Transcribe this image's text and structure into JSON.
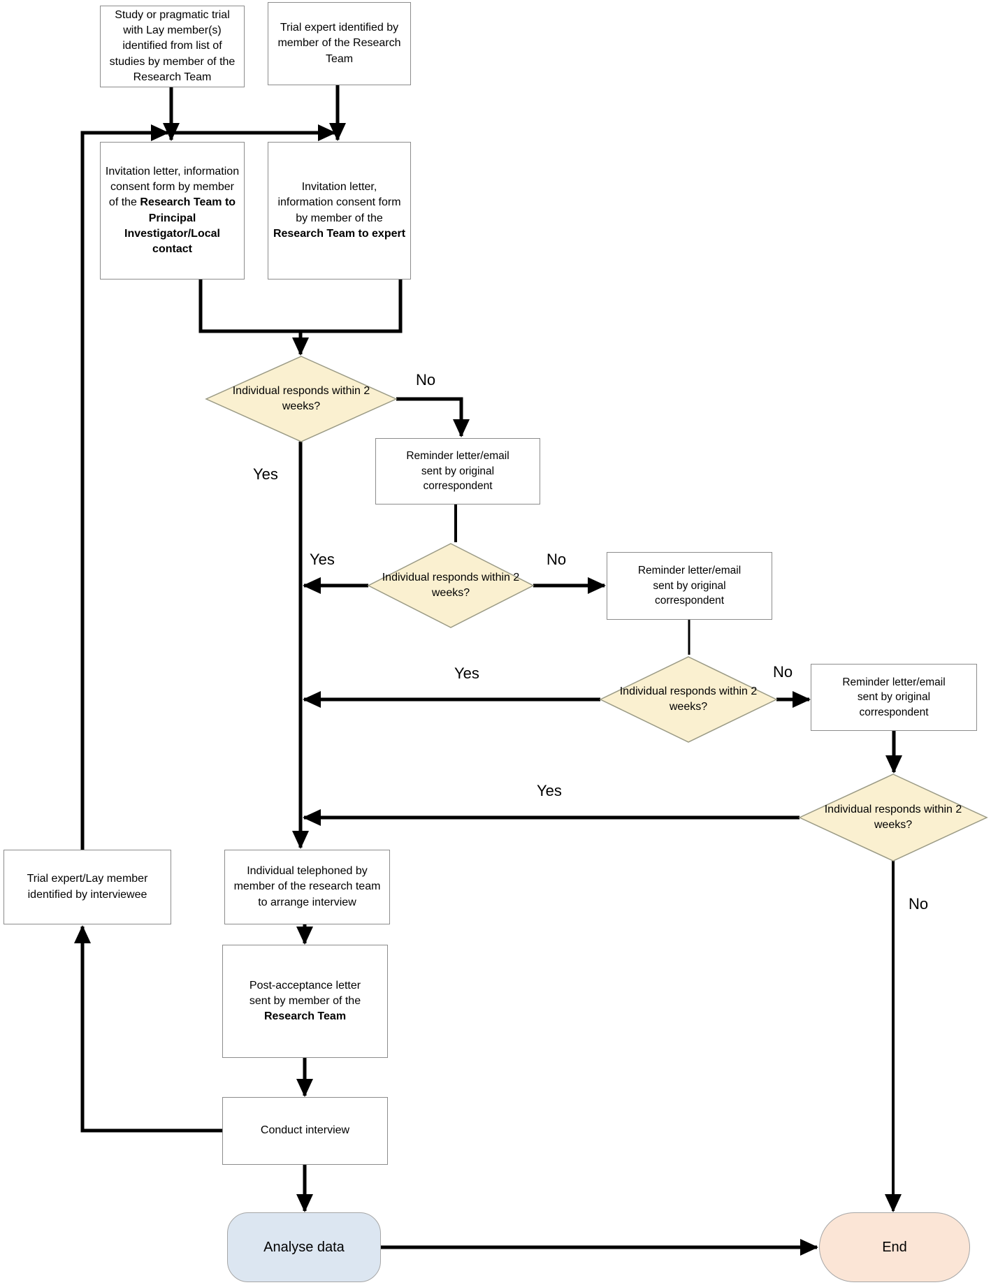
{
  "colors": {
    "background": "#ffffff",
    "decision_fill": "#faf0d0",
    "decision_stroke": "#9a9a85",
    "box_border": "#8c8c8c",
    "line": "#000000",
    "analyse_fill": "#dce6f1",
    "end_fill": "#fbe5d6"
  },
  "labels": {
    "yes": "Yes",
    "no": "No"
  },
  "nodes": {
    "study_source": {
      "text": "Study or pragmatic trial with Lay member(s) identified from list of studies by member of the Research Team"
    },
    "expert_source": {
      "text": "Trial expert identified by member of the Research Team"
    },
    "invitation_pi": {
      "text_plain": "Invitation letter, information consent form by member of the ",
      "text_bold": "Research Team to Principal Investigator/Local contact"
    },
    "invitation_expert": {
      "text_plain": "Invitation letter, information consent form by member of the ",
      "text_bold": "Research Team to expert"
    },
    "decision_responds_1": {
      "text": "Individual responds within 2 weeks?"
    },
    "decision_responds_2": {
      "text": "Individual responds within 2 weeks?"
    },
    "decision_responds_3": {
      "text": "Individual responds within 2 weeks?"
    },
    "decision_responds_4": {
      "text": "Individual responds within 2 weeks?"
    },
    "reminder_1": {
      "text": "Reminder letter/email sent by original correspondent"
    },
    "reminder_2": {
      "text": "Reminder letter/email sent by original correspondent"
    },
    "reminder_3": {
      "text": "Reminder letter/email sent by original correspondent"
    },
    "interviewee_identified": {
      "text": "Trial expert/Lay member identified by interviewee"
    },
    "telephone_arrange": {
      "text": "Individual telephoned by member of the research team to arrange interview"
    },
    "post_acceptance": {
      "text_plain": "Post-acceptance letter sent by member of the ",
      "text_bold": "Research Team"
    },
    "conduct_interview": {
      "text": "Conduct interview"
    },
    "analyse_data": {
      "text": "Analyse data"
    },
    "end": {
      "text": "End"
    }
  }
}
